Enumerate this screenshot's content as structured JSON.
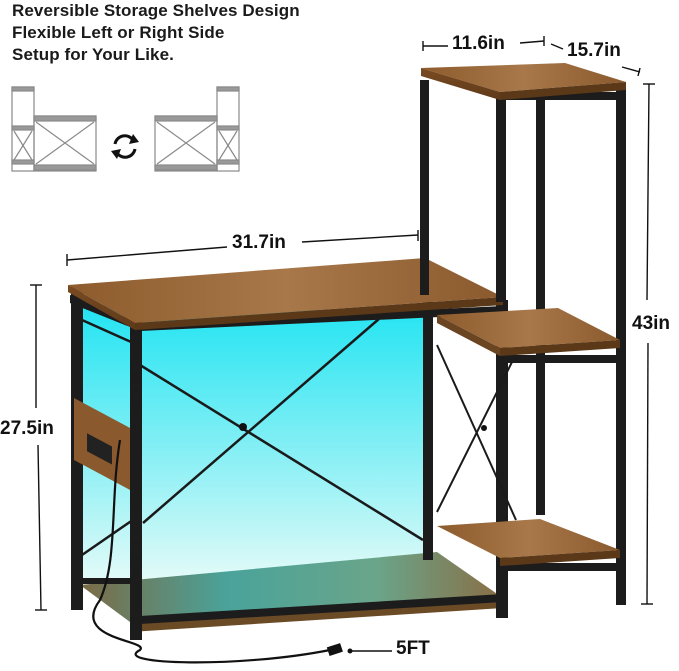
{
  "headline": {
    "lines": [
      "Reversible Storage Shelves Design",
      "Flexible Left or Right Side",
      "Setup for Your Like."
    ]
  },
  "reversible_icon": {
    "left_config": "tower-left",
    "right_config": "tower-right",
    "swap_icon": "rotate-arrows-icon"
  },
  "dimensions": {
    "tower_width": "11.6in",
    "depth": "15.7in",
    "desk_width": "31.7in",
    "desk_height": "27.5in",
    "total_height": "43in",
    "cord_length": "5FT"
  },
  "colors": {
    "wood": "#8a5a2e",
    "wood_light": "#a77445",
    "frame": "#1c1c1c",
    "led_glow_top": "#2ee6f0",
    "led_glow_bottom": "#d8f6f2",
    "text": "#111111"
  },
  "features": {
    "power_outlet": "side-power-strip",
    "led_lighting": "cyan-led-backlight"
  }
}
